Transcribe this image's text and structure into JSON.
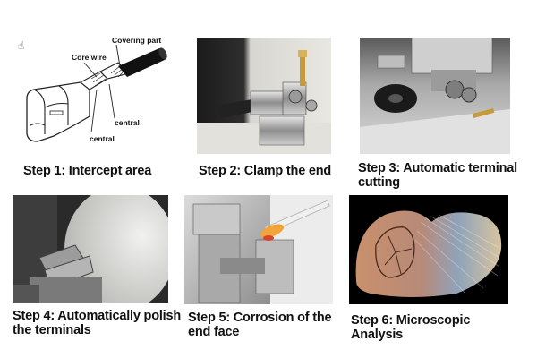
{
  "diagram": {
    "labels": {
      "covering_part": "Covering part",
      "core_wire": "Core wire",
      "central_right": "central",
      "central_left": "central"
    }
  },
  "steps": [
    {
      "caption": "Step 1: Intercept area"
    },
    {
      "caption": "Step 2: Clamp the end"
    },
    {
      "caption": "Step 3: Automatic terminal cutting"
    },
    {
      "caption": "Step 4: Automatically polish the terminals"
    },
    {
      "caption": "Step 5: Corrosion of the end face"
    },
    {
      "caption": "Step 6: Microscopic Analysis"
    }
  ],
  "icons": {
    "cursor": "hand-cursor-icon"
  }
}
